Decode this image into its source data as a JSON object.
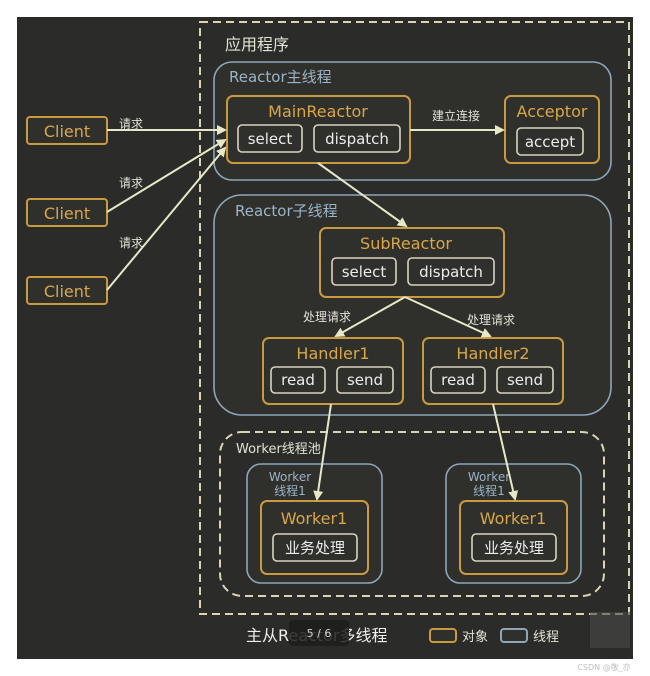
{
  "app_boundary": {
    "title": "应用程序"
  },
  "main_thread": {
    "title": "Reactor主线程"
  },
  "main_reactor": {
    "name": "MainReactor",
    "methods": [
      "select",
      "dispatch"
    ]
  },
  "acceptor": {
    "name": "Acceptor",
    "methods": [
      "accept"
    ]
  },
  "sub_thread": {
    "title": "Reactor子线程"
  },
  "sub_reactor": {
    "name": "SubReactor",
    "methods": [
      "select",
      "dispatch"
    ]
  },
  "handlers": [
    {
      "name": "Handler1",
      "methods": [
        "read",
        "send"
      ]
    },
    {
      "name": "Handler2",
      "methods": [
        "read",
        "send"
      ]
    }
  ],
  "worker_pool": {
    "title": "Worker线程池"
  },
  "worker_threads": [
    {
      "title": [
        "Worker",
        "线程1"
      ],
      "worker": {
        "name": "Worker1",
        "task": "业务处理"
      }
    },
    {
      "title": [
        "Worker",
        "线程1"
      ],
      "worker": {
        "name": "Worker1",
        "task": "业务处理"
      }
    }
  ],
  "clients": [
    "Client",
    "Client",
    "Client"
  ],
  "edge_labels": {
    "request": [
      "请求",
      "请求",
      "请求"
    ],
    "establish_connection": "建立连接",
    "handle_request": [
      "处理请求",
      "处理请求"
    ]
  },
  "caption": {
    "title": "主从Reactor多线程",
    "page_badge": "5 / 6"
  },
  "legend": {
    "object": "对象",
    "thread": "线程"
  },
  "watermark": "CSDN @敬_亦",
  "colors": {
    "background": "#2b2b29",
    "object_border": "#c99a3f",
    "thread_border": "#8ea6b9",
    "arrow": "#e6e8c8"
  }
}
